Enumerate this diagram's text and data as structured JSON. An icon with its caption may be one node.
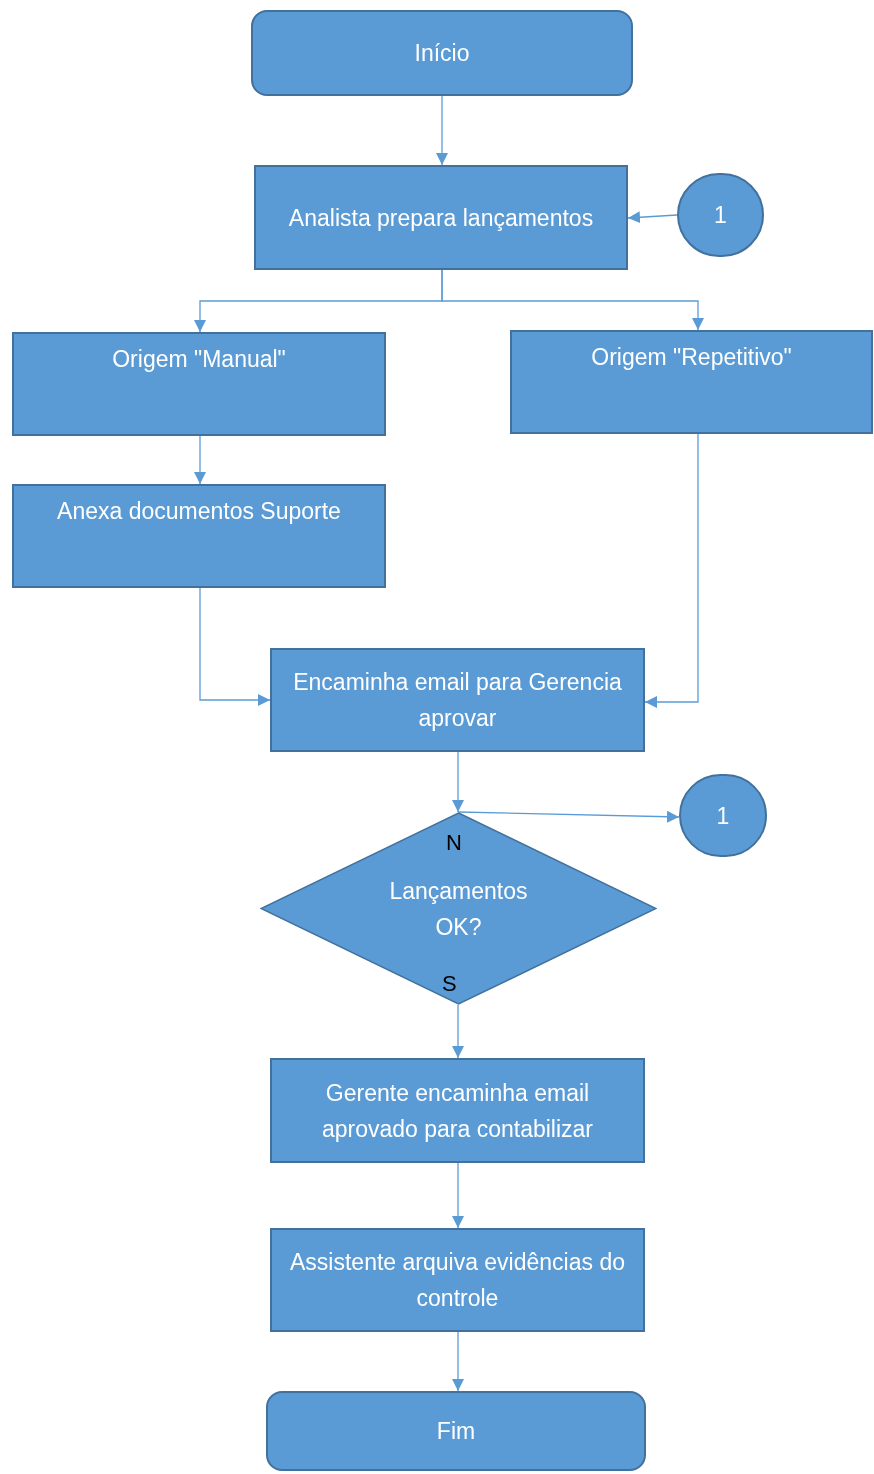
{
  "diagram": {
    "nodes": [
      {
        "text": [
          "Início"
        ]
      },
      {
        "text": [
          "Analista prepara lançamentos"
        ]
      },
      {
        "text": [
          "1"
        ]
      },
      {
        "text": [
          "Origem  \"Manual\""
        ]
      },
      {
        "text": [
          "Origem \"Repetitivo\""
        ]
      },
      {
        "text": [
          "Anexa documentos Suporte"
        ]
      },
      {
        "text": [
          "Encaminha email para Gerencia aprovar"
        ]
      },
      {
        "text": [
          "Lançamentos OK?"
        ]
      },
      {
        "text": [
          "1"
        ]
      },
      {
        "text": [
          "Gerente encaminha email aprovado para contabilizar"
        ]
      },
      {
        "text": [
          "Assistente arquiva evidências do controle"
        ]
      },
      {
        "text": [
          "Fim"
        ]
      }
    ],
    "edges": [
      {
        "from": 0,
        "to": 1,
        "arrow": "to"
      },
      {
        "from": 2,
        "to": 1,
        "arrow": "to"
      },
      {
        "from": 1,
        "to": 3,
        "arrow": "to"
      },
      {
        "from": 1,
        "to": 4,
        "arrow": "to"
      },
      {
        "from": 3,
        "to": 5,
        "arrow": "to"
      },
      {
        "from": 5,
        "to": 6,
        "arrow": "to"
      },
      {
        "from": 4,
        "to": 6,
        "arrow": "to"
      },
      {
        "from": 6,
        "to": 7,
        "arrow": "to"
      },
      {
        "from": 7,
        "to": 8,
        "arrow": "to"
      },
      {
        "from": 7,
        "to": 9,
        "arrow": "to"
      },
      {
        "from": 9,
        "to": 10,
        "arrow": "to"
      },
      {
        "from": 10,
        "to": 11,
        "arrow": "to"
      }
    ],
    "labels": [
      "N",
      "S"
    ]
  }
}
